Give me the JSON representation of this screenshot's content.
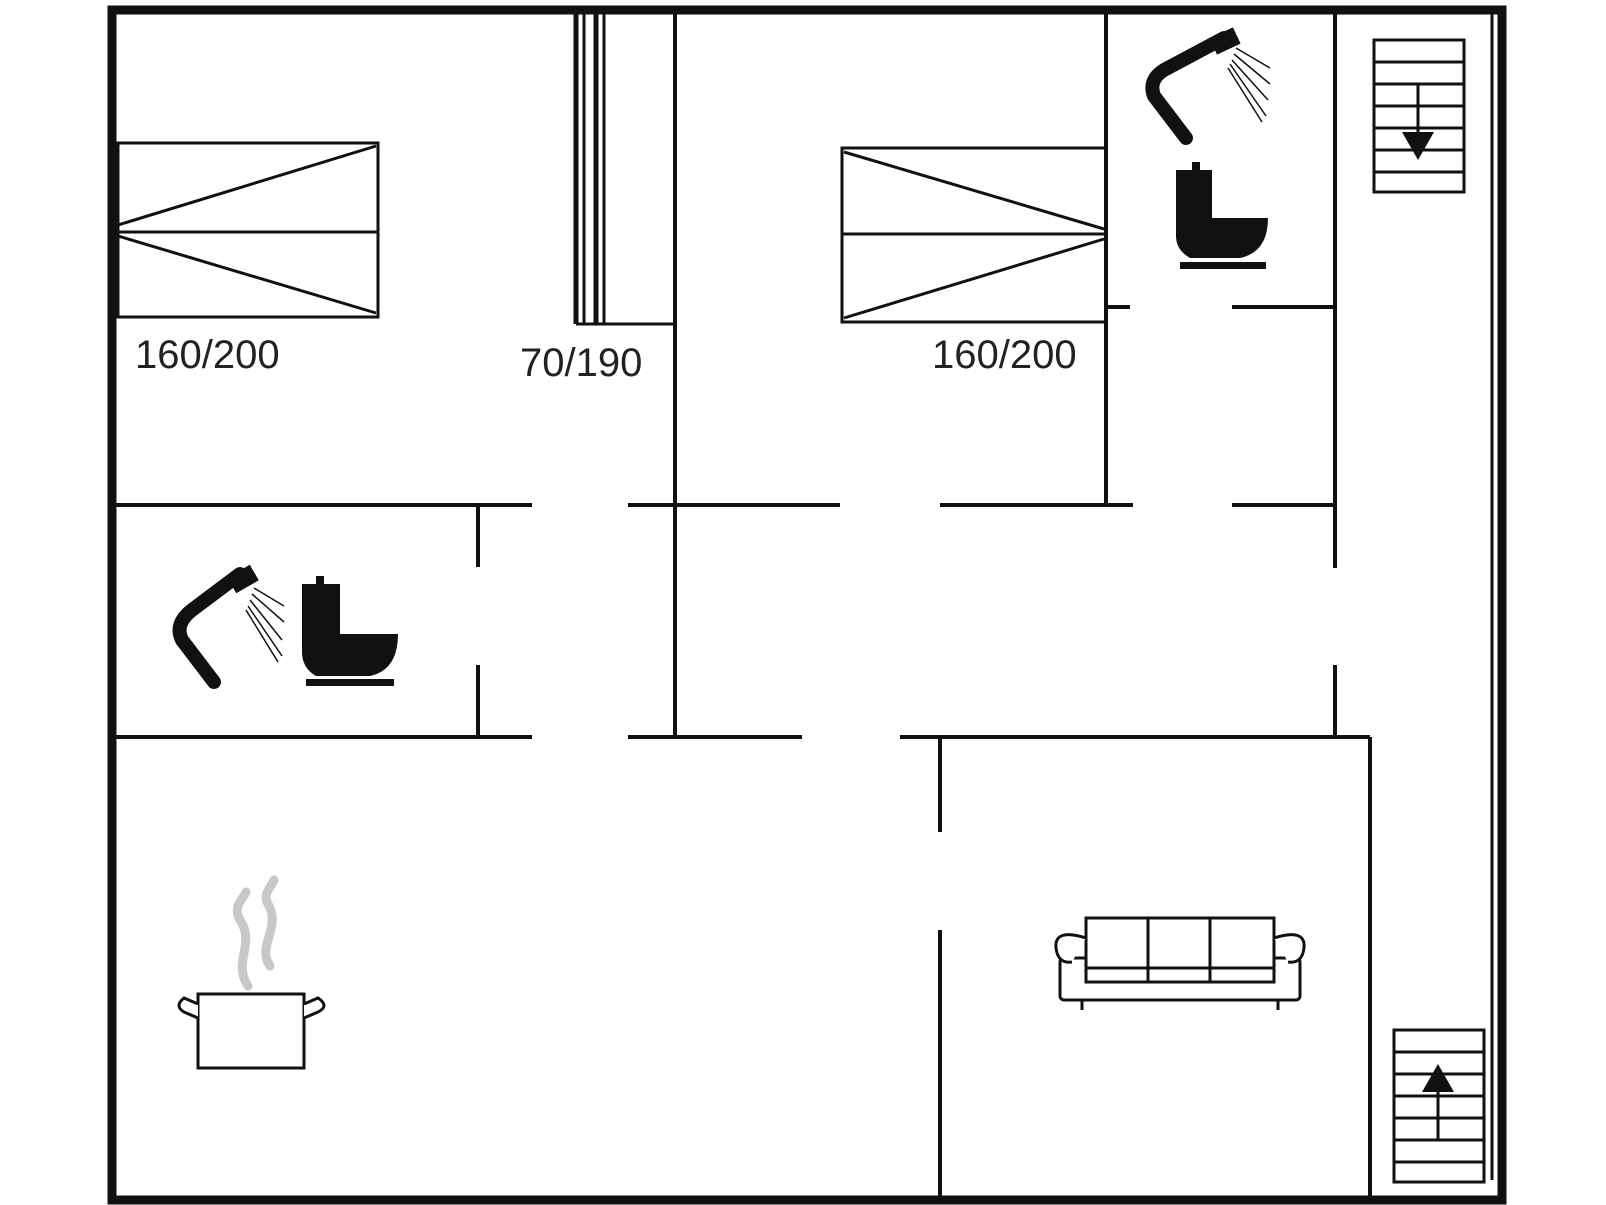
{
  "floor_plan": {
    "labels": {
      "bed_left": "160/200",
      "bed_single": "70/190",
      "bed_right": "160/200"
    },
    "icons": [
      "shower-icon",
      "toilet-icon",
      "stairs-down-icon",
      "stairs-up-icon",
      "cooking-pot-icon",
      "sofa-icon",
      "bed-icon"
    ],
    "colors": {
      "wall": "#111111",
      "steam": "#c8c8c8"
    }
  }
}
